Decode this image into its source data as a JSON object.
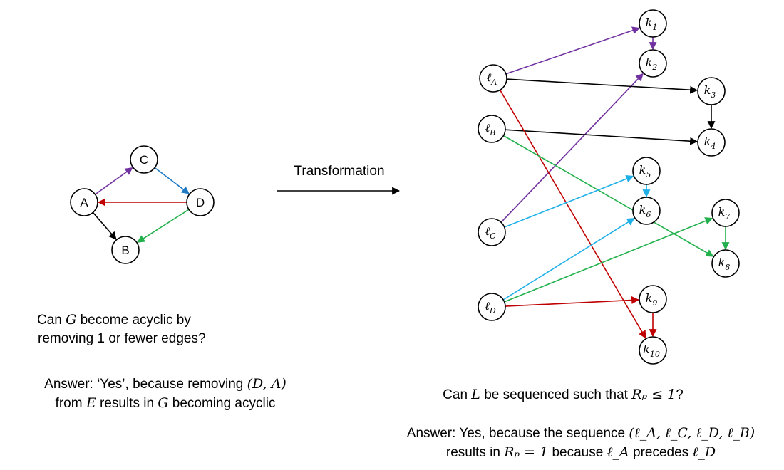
{
  "colors": {
    "purple": "#7030a0",
    "blue": "#1f7ac4",
    "red": "#c00000",
    "green": "#22b14c",
    "cyan": "#1fb0e8",
    "black": "#000000"
  },
  "transformation_label": "Transformation",
  "left_graph": {
    "nodes": [
      {
        "id": "A",
        "label": "A"
      },
      {
        "id": "B",
        "label": "B"
      },
      {
        "id": "C",
        "label": "C"
      },
      {
        "id": "D",
        "label": "D"
      }
    ],
    "edges": [
      {
        "from": "A",
        "to": "C",
        "color": "purple"
      },
      {
        "from": "C",
        "to": "D",
        "color": "blue"
      },
      {
        "from": "D",
        "to": "A",
        "color": "red"
      },
      {
        "from": "D",
        "to": "B",
        "color": "green"
      },
      {
        "from": "A",
        "to": "B",
        "color": "black"
      }
    ]
  },
  "right_graph": {
    "nodes": [
      {
        "id": "lA",
        "base": "ℓ",
        "sub": "A"
      },
      {
        "id": "lB",
        "base": "ℓ",
        "sub": "B"
      },
      {
        "id": "lC",
        "base": "ℓ",
        "sub": "C"
      },
      {
        "id": "lD",
        "base": "ℓ",
        "sub": "D"
      },
      {
        "id": "k1",
        "base": "k",
        "sub": "1"
      },
      {
        "id": "k2",
        "base": "k",
        "sub": "2"
      },
      {
        "id": "k3",
        "base": "k",
        "sub": "3"
      },
      {
        "id": "k4",
        "base": "k",
        "sub": "4"
      },
      {
        "id": "k5",
        "base": "k",
        "sub": "5"
      },
      {
        "id": "k6",
        "base": "k",
        "sub": "6"
      },
      {
        "id": "k7",
        "base": "k",
        "sub": "7"
      },
      {
        "id": "k8",
        "base": "k",
        "sub": "8"
      },
      {
        "id": "k9",
        "base": "k",
        "sub": "9"
      },
      {
        "id": "k10",
        "base": "k",
        "sub": "10"
      }
    ],
    "edges": [
      {
        "from": "lA",
        "to": "k1",
        "color": "purple"
      },
      {
        "from": "k1",
        "to": "k2",
        "color": "purple"
      },
      {
        "from": "lC",
        "to": "k2",
        "color": "purple"
      },
      {
        "from": "lA",
        "to": "k3",
        "color": "black"
      },
      {
        "from": "k3",
        "to": "k4",
        "color": "black"
      },
      {
        "from": "lB",
        "to": "k4",
        "color": "black"
      },
      {
        "from": "lA",
        "to": "k10",
        "color": "red"
      },
      {
        "from": "lD",
        "to": "k9",
        "color": "red"
      },
      {
        "from": "k9",
        "to": "k10",
        "color": "red"
      },
      {
        "from": "lB",
        "to": "k8",
        "color": "green"
      },
      {
        "from": "lD",
        "to": "k7",
        "color": "green"
      },
      {
        "from": "k7",
        "to": "k8",
        "color": "green"
      },
      {
        "from": "lC",
        "to": "k5",
        "color": "cyan"
      },
      {
        "from": "k5",
        "to": "k6",
        "color": "cyan"
      },
      {
        "from": "lD",
        "to": "k6",
        "color": "cyan"
      }
    ]
  },
  "left_question": {
    "line1_pre": "Can ",
    "line1_var": "G",
    "line1_post": " become acyclic by",
    "line2": "removing 1 or fewer edges?"
  },
  "left_answer": {
    "line1_pre": "Answer: ‘Yes’, because removing ",
    "line1_math": "(D, A)",
    "line2_pre": "from ",
    "line2_var1": "E",
    "line2_mid": " results in ",
    "line2_var2": "G",
    "line2_post": " becoming acyclic"
  },
  "right_question": {
    "pre": "Can ",
    "var": "L",
    "mid": " be sequenced such that ",
    "math": "Rₚ ≤ 1",
    "post": "?"
  },
  "right_answer": {
    "line1_pre": "Answer: Yes, because the sequence ",
    "line1_math": "(ℓ_A, ℓ_C, ℓ_D, ℓ_B)",
    "line2_pre": "results in ",
    "line2_math": "Rₚ = 1",
    "line2_mid": " because ",
    "line2_var1": "ℓ_A",
    "line2_mid2": " precedes ",
    "line2_var2": "ℓ_D"
  }
}
